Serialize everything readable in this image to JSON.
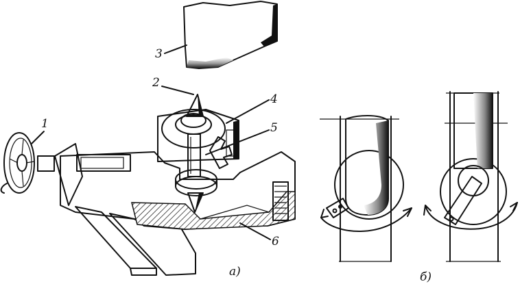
{
  "figure": {
    "callouts": [
      "1",
      "2",
      "3",
      "4",
      "5",
      "6"
    ],
    "panel_a_label": "а)",
    "panel_b_label": "б)"
  },
  "icons": {
    "handwheel": "handwheel-icon",
    "abrasive_wheel": "grinding-wheel-icon",
    "rotation_arrow": "rotation-arrow-icon"
  }
}
